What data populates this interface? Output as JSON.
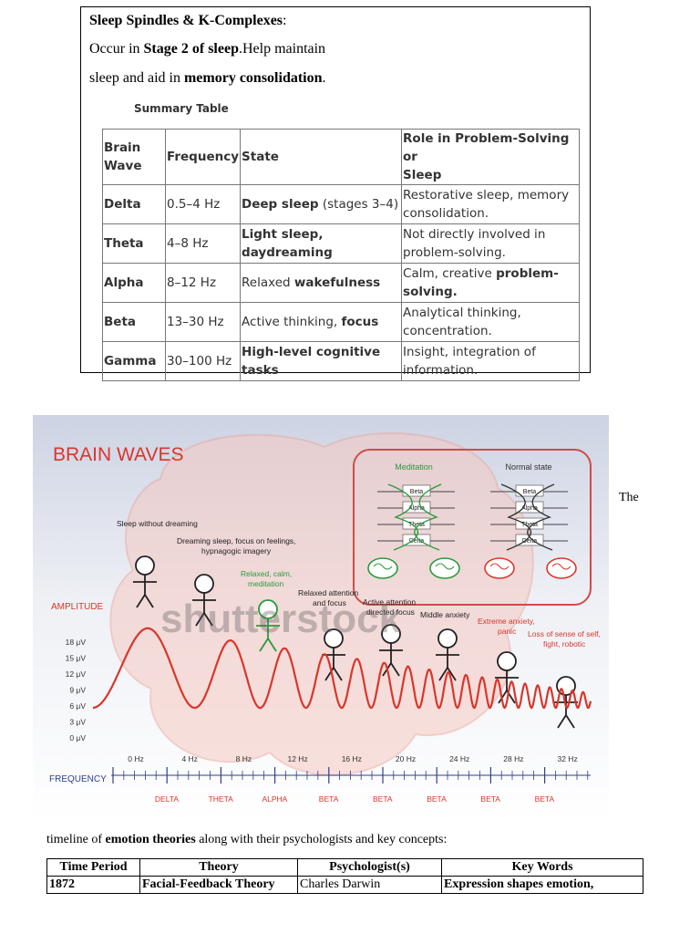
{
  "box": {
    "title_bold": "Sleep Spindles & K-Complexes",
    "title_colon": ":",
    "line1_pre": "Occur in ",
    "line1_bold": "Stage 2 of sleep",
    "line1_post": ".Help maintain",
    "line2_pre": "sleep and aid in ",
    "line2_bold": "memory consolidation",
    "line2_post": "."
  },
  "summary": {
    "caption": "Summary Table",
    "headers": {
      "wave_l1": "Brain",
      "wave_l2": "Wave",
      "freq": "Frequency",
      "state": "State",
      "role_l1": "Role in Problem-Solving or",
      "role_l2": "Sleep"
    },
    "rows": [
      {
        "wave": "Delta",
        "freq": "0.5–4 Hz",
        "state_a": "Deep sleep",
        "state_b": " (stages 3–4)",
        "role_a": "Restorative sleep, memory",
        "role_b": "consolidation."
      },
      {
        "wave": "Theta",
        "freq": "4–8 Hz",
        "state_a": "Light sleep,",
        "state_b": "daydreaming",
        "role_a": "Not directly involved in",
        "role_b": "problem-solving."
      },
      {
        "wave": "Alpha",
        "freq": "8–12 Hz",
        "state_a": "Relaxed ",
        "state_b": "wakefulness",
        "role_a": "Calm, creative ",
        "role_b": "problem-",
        "role_c": "solving."
      },
      {
        "wave": "Beta",
        "freq": "13–30 Hz",
        "state_a": "Active thinking, ",
        "state_b": "focus",
        "role_a": "Analytical thinking,",
        "role_b": "concentration."
      },
      {
        "wave": "Gamma",
        "freq": "30–100 Hz",
        "state_a": "High-level cognitive",
        "state_b": "tasks",
        "role_a": "Insight, integration of",
        "role_b": "information."
      }
    ]
  },
  "infographic": {
    "title": "BRAIN WAVES",
    "meditation": "Meditation",
    "normal_state": "Normal state",
    "mini_labels": [
      "Beta",
      "Alpha",
      "Theta",
      "Delta"
    ],
    "states": [
      "Sleep without dreaming",
      "Dreaming sleep, focus on feelings,",
      "hypnagogic imagery",
      "Relaxed, calm,",
      "meditation",
      "Relaxed attention",
      "and focus",
      "Active attention",
      "directed focus",
      "Middle anxiety",
      "Extreme anxiety,",
      "panic",
      "Loss of sense of self,",
      "fight, robotic"
    ],
    "amplitude_label": "AMPLITUDE",
    "amplitudes": [
      "18 μV",
      "15 μV",
      "12 μV",
      "9 μV",
      "6 μV",
      "3 μV",
      "0 μV"
    ],
    "frequency_label": "FREQUENCY",
    "frequencies": [
      "0 Hz",
      "4 Hz",
      "8 Hz",
      "12 Hz",
      "16 Hz",
      "20 Hz",
      "24 Hz",
      "28 Hz",
      "32 Hz"
    ],
    "bands": [
      "DELTA",
      "THETA",
      "ALPHA",
      "BETA",
      "BETA",
      "BETA",
      "BETA",
      "BETA"
    ],
    "watermark": "shutterstock",
    "colors": {
      "wave": "#d9362b",
      "title": "#d9362b",
      "meditation": "#2a9a3a",
      "frame": "#d24b4b",
      "bg_top": "#cdd3e3"
    }
  },
  "after_image_word": "The",
  "timeline": {
    "intro_pre": "timeline of ",
    "intro_bold": "emotion theories",
    "intro_post": " along with their psychologists and key concepts:",
    "headers": [
      "Time Period",
      "Theory",
      "Psychologist(s)",
      "Key Words"
    ],
    "rows": [
      {
        "period": "1872",
        "theory": "Facial-Feedback Theory",
        "psychologist": "Charles Darwin",
        "keywords": "Expression shapes emotion,"
      }
    ]
  }
}
